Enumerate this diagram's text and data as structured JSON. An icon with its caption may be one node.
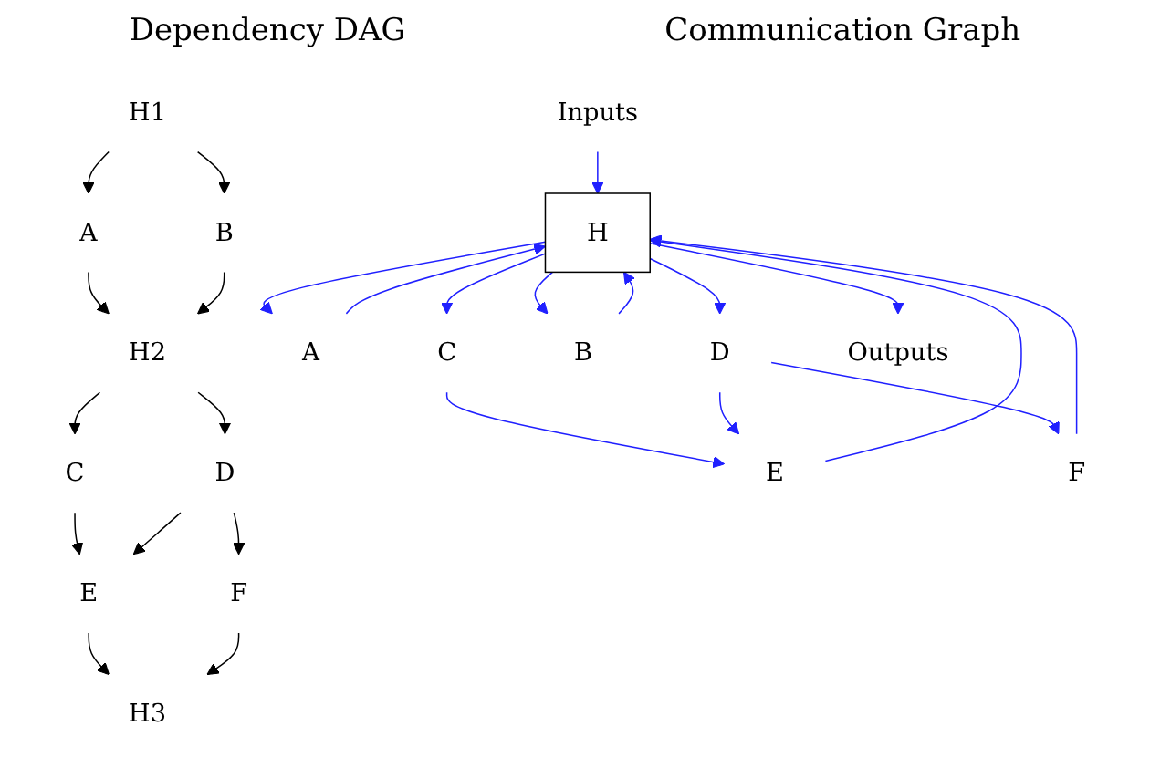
{
  "diagram": {
    "nodes": [
      {
        "text": [
          "H1"
        ]
      },
      {
        "text": [
          "A"
        ]
      },
      {
        "text": [
          "B"
        ]
      },
      {
        "text": [
          "H2"
        ]
      },
      {
        "text": [
          "C"
        ]
      },
      {
        "text": [
          "D"
        ]
      },
      {
        "text": [
          "E"
        ]
      },
      {
        "text": [
          "F"
        ]
      },
      {
        "text": [
          "H3"
        ]
      },
      {
        "text": [
          "Inputs"
        ]
      },
      {
        "text": [
          "A"
        ]
      },
      {
        "text": [
          "H"
        ]
      },
      {
        "text": [
          "C"
        ]
      },
      {
        "text": [
          "E"
        ]
      },
      {
        "text": [
          "B"
        ]
      },
      {
        "text": [
          "D"
        ]
      },
      {
        "text": [
          "F"
        ]
      },
      {
        "text": [
          "Outputs"
        ]
      }
    ],
    "edges": [
      {
        "from": 0,
        "to": 1,
        "arrow": "to",
        "color": "#000000"
      },
      {
        "from": 0,
        "to": 2,
        "arrow": "to",
        "color": "#000000"
      },
      {
        "from": 1,
        "to": 3,
        "arrow": "to",
        "color": "#000000"
      },
      {
        "from": 2,
        "to": 3,
        "arrow": "to",
        "color": "#000000"
      },
      {
        "from": 3,
        "to": 4,
        "arrow": "to",
        "color": "#000000"
      },
      {
        "from": 3,
        "to": 5,
        "arrow": "to",
        "color": "#000000"
      },
      {
        "from": 4,
        "to": 6,
        "arrow": "to",
        "color": "#000000"
      },
      {
        "from": 5,
        "to": 6,
        "arrow": "to",
        "color": "#000000"
      },
      {
        "from": 5,
        "to": 7,
        "arrow": "to",
        "color": "#000000"
      },
      {
        "from": 6,
        "to": 8,
        "arrow": "to",
        "color": "#000000"
      },
      {
        "from": 7,
        "to": 8,
        "arrow": "to",
        "color": "#000000"
      },
      {
        "from": 9,
        "to": 11,
        "arrow": "to"
      },
      {
        "from": 11,
        "to": 10,
        "arrow": "to"
      },
      {
        "from": 10,
        "to": 11,
        "arrow": "to"
      },
      {
        "from": 11,
        "to": 12,
        "arrow": "to"
      },
      {
        "from": 12,
        "to": 13,
        "arrow": "to"
      },
      {
        "from": 13,
        "to": 11,
        "arrow": "to"
      },
      {
        "from": 11,
        "to": 14,
        "arrow": "to"
      },
      {
        "from": 14,
        "to": 11,
        "arrow": "to"
      },
      {
        "from": 11,
        "to": 15,
        "arrow": "to"
      },
      {
        "from": 15,
        "to": 13,
        "arrow": "to"
      },
      {
        "from": 15,
        "to": 16,
        "arrow": "to"
      },
      {
        "from": 16,
        "to": 11,
        "arrow": "to"
      },
      {
        "from": 11,
        "to": 17,
        "arrow": "to"
      }
    ],
    "labels": [
      "Dependency DAG",
      "Communication Graph"
    ]
  }
}
